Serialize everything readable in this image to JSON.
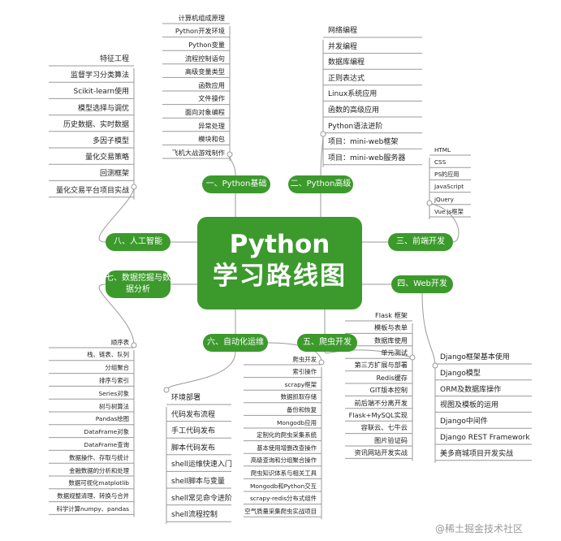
{
  "center": {
    "line1": "Python",
    "line2": "学习路线图"
  },
  "branches": {
    "b1": {
      "label": "一、Python基础",
      "items": [
        "计算机组成原理",
        "Python开发环境",
        "Python变量",
        "流程控制语句",
        "高级变量类型",
        "函数应用",
        "文件操作",
        "面向对象编程",
        "异常处理",
        "模块和包",
        "飞机大战游戏制作"
      ]
    },
    "b2": {
      "label": "二、Python高级",
      "items": [
        "网络编程",
        "并发编程",
        "数据库编程",
        "正则表达式",
        "Linux系统应用",
        "函数的高级应用",
        "Python语法进阶",
        "项目：mini-web框架",
        "项目：mini-web服务器"
      ]
    },
    "b3": {
      "label": "三、前端开发",
      "items": [
        "HTML",
        "CSS",
        "PS的应用",
        "JavaScript",
        "jQuery",
        "Vue.js框架"
      ]
    },
    "b4": {
      "label": "四、Web开发",
      "items": [
        "Django框架基本使用",
        "Django模型",
        "ORM及数据库操作",
        "视图及模板的运用",
        "Django中间件",
        "Django REST Framework",
        "美多商城项目开发实战"
      ]
    },
    "b5": {
      "label": "五、爬虫开发",
      "items": [
        "Flask  框架",
        "模板与表单",
        "数据库使用",
        "单元测试",
        "第三方扩展与部署",
        "Redis缓存",
        "GIT版本控制",
        "前后端不分离开发",
        "Flask+MySQL实现",
        "容联云、七牛云",
        "图片验证码",
        "资讯网站开发实战"
      ]
    },
    "b6": {
      "label": "六、自动化运维",
      "items": [
        "环境部署",
        "代码发布流程",
        "手工代码发布",
        "脚本代码发布",
        "shell运维快速入门",
        "shell脚本与变量",
        "shell常见命令进阶",
        "shell流程控制"
      ]
    },
    "b6b": {
      "items": [
        "爬虫开发",
        "索引操作",
        "scrapy框架",
        "数据抓取存储",
        "备份和恢复",
        "Mongodb应用",
        "定制化的爬虫采集系统",
        "基本使用增删改查操作",
        "高级查询和分组聚合操作",
        "爬虫知识体系与相关工具",
        "Mongodb和Python交互",
        "scrapy-redis分布式组件",
        "空气质量采集爬虫实战项目"
      ]
    },
    "b7": {
      "label": "七、数据挖掘与数据分析",
      "items": [
        "顺序表",
        "栈、链表、队列",
        "分组聚合",
        "排序与索引",
        "Series对象",
        "树与树算法",
        "Pandas绘图",
        "DataFrame对象",
        "DataFrame查询",
        "数据操作、存取与统计",
        "金融数据的分析和处理",
        "数据可视化matplotlib",
        "数据规整清理、转换与合并",
        "科学计算numpy、pandas"
      ]
    },
    "b8": {
      "label": "八、人工智能",
      "items": [
        "特征工程",
        "监督学习分类算法",
        "Scikit-learn使用",
        "模型选择与调优",
        "历史数据、实时数据",
        "多因子模型",
        "量化交易策略",
        "回测框架",
        "量化交易平台项目实战"
      ]
    }
  },
  "watermark": "@稀土掘金技术社区",
  "colors": {
    "node": "#3c9a2c",
    "line": "#9a9a9a",
    "text": "#222222"
  }
}
